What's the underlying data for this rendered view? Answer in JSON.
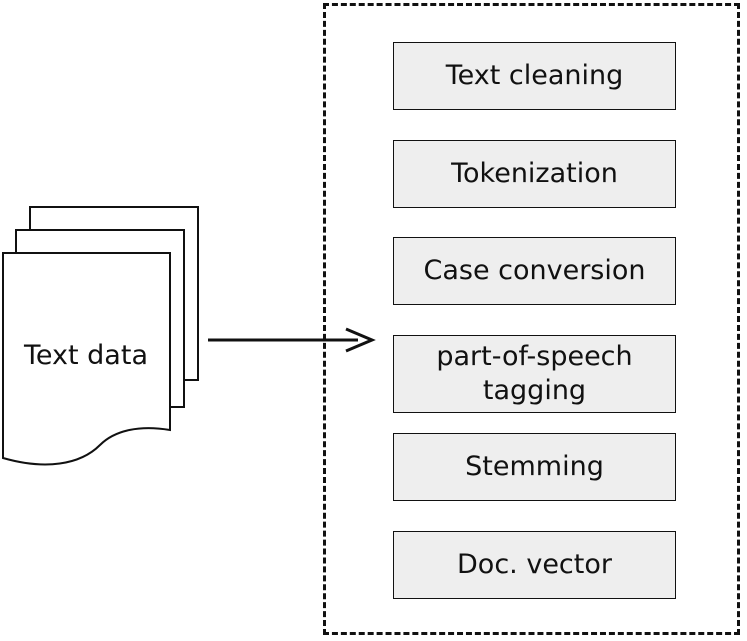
{
  "input": {
    "label": "Text data"
  },
  "pipeline": {
    "steps": [
      {
        "lines": [
          "Text cleaning"
        ]
      },
      {
        "lines": [
          "Tokenization"
        ]
      },
      {
        "lines": [
          "Case conversion"
        ]
      },
      {
        "lines": [
          "part-of-speech",
          "tagging"
        ]
      },
      {
        "lines": [
          "Stemming"
        ]
      },
      {
        "lines": [
          "Doc. vector"
        ]
      }
    ]
  },
  "colors": {
    "stroke": "#111111",
    "box_fill": "#eeeeee",
    "page_fill": "#ffffff"
  }
}
